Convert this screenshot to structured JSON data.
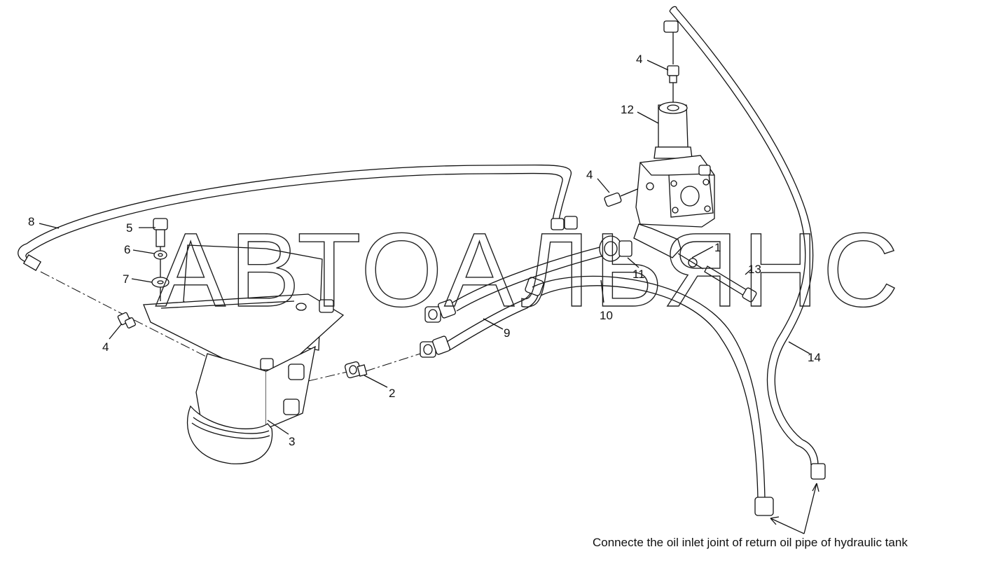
{
  "watermark": "АВТОАЛЬЯНС",
  "caption": "Connecte the oil inlet joint of return oil pipe of hydraulic tank",
  "callouts": {
    "c1": "1",
    "c2": "2",
    "c3": "3",
    "c4a": "4",
    "c4b": "4",
    "c4c": "4",
    "c5": "5",
    "c6": "6",
    "c7": "7",
    "c8": "8",
    "c9": "9",
    "c10": "10",
    "c11": "11",
    "c12": "12",
    "c13": "13",
    "c14": "14"
  }
}
